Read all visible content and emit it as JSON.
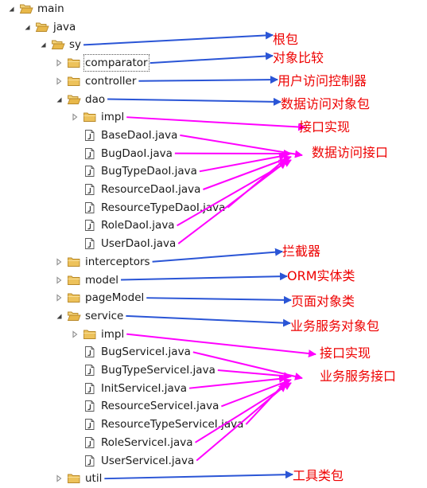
{
  "colors": {
    "annotation_text": "#ee0000",
    "arrow_blue": "#2a55d6",
    "arrow_magenta": "#ff00ff",
    "folder": "#e8b84a",
    "java_file": "#4a4a4a"
  },
  "tree": [
    {
      "id": "main",
      "label": "main",
      "depth": 0,
      "expander": "expanded",
      "icon": "folder-open-icon"
    },
    {
      "id": "java",
      "label": "java",
      "depth": 1,
      "expander": "expanded",
      "icon": "folder-open-icon"
    },
    {
      "id": "sy",
      "label": "sy",
      "depth": 2,
      "expander": "expanded",
      "icon": "folder-open-icon"
    },
    {
      "id": "comparator",
      "label": "comparator",
      "depth": 3,
      "expander": "collapsed",
      "icon": "folder-icon",
      "selected": true
    },
    {
      "id": "controller",
      "label": "controller",
      "depth": 3,
      "expander": "collapsed",
      "icon": "folder-icon"
    },
    {
      "id": "dao",
      "label": "dao",
      "depth": 3,
      "expander": "expanded",
      "icon": "folder-open-icon"
    },
    {
      "id": "dao-impl",
      "label": "impl",
      "depth": 4,
      "expander": "collapsed",
      "icon": "folder-icon"
    },
    {
      "id": "BaseDaoI",
      "label": "BaseDaoI.java",
      "depth": 4,
      "expander": "none",
      "icon": "java-file-icon"
    },
    {
      "id": "BugDaoI",
      "label": "BugDaoI.java",
      "depth": 4,
      "expander": "none",
      "icon": "java-file-icon"
    },
    {
      "id": "BugTypeDaoI",
      "label": "BugTypeDaoI.java",
      "depth": 4,
      "expander": "none",
      "icon": "java-file-icon"
    },
    {
      "id": "ResourceDaoI",
      "label": "ResourceDaoI.java",
      "depth": 4,
      "expander": "none",
      "icon": "java-file-icon"
    },
    {
      "id": "ResourceTypeDaoI",
      "label": "ResourceTypeDaoI.java",
      "depth": 4,
      "expander": "none",
      "icon": "java-file-icon"
    },
    {
      "id": "RoleDaoI",
      "label": "RoleDaoI.java",
      "depth": 4,
      "expander": "none",
      "icon": "java-file-icon"
    },
    {
      "id": "UserDaoI",
      "label": "UserDaoI.java",
      "depth": 4,
      "expander": "none",
      "icon": "java-file-icon"
    },
    {
      "id": "interceptors",
      "label": "interceptors",
      "depth": 3,
      "expander": "collapsed",
      "icon": "folder-icon"
    },
    {
      "id": "model",
      "label": "model",
      "depth": 3,
      "expander": "collapsed",
      "icon": "folder-icon"
    },
    {
      "id": "pageModel",
      "label": "pageModel",
      "depth": 3,
      "expander": "collapsed",
      "icon": "folder-icon"
    },
    {
      "id": "service",
      "label": "service",
      "depth": 3,
      "expander": "expanded",
      "icon": "folder-open-icon"
    },
    {
      "id": "service-impl",
      "label": "impl",
      "depth": 4,
      "expander": "collapsed",
      "icon": "folder-icon"
    },
    {
      "id": "BugServiceI",
      "label": "BugServiceI.java",
      "depth": 4,
      "expander": "none",
      "icon": "java-file-icon"
    },
    {
      "id": "BugTypeServiceI",
      "label": "BugTypeServiceI.java",
      "depth": 4,
      "expander": "none",
      "icon": "java-file-icon"
    },
    {
      "id": "InitServiceI",
      "label": "InitServiceI.java",
      "depth": 4,
      "expander": "none",
      "icon": "java-file-icon"
    },
    {
      "id": "ResourceServiceI",
      "label": "ResourceServiceI.java",
      "depth": 4,
      "expander": "none",
      "icon": "java-file-icon"
    },
    {
      "id": "ResourceTypeServiceI",
      "label": "ResourceTypeServiceI.java",
      "depth": 4,
      "expander": "none",
      "icon": "java-file-icon"
    },
    {
      "id": "RoleServiceI",
      "label": "RoleServiceI.java",
      "depth": 4,
      "expander": "none",
      "icon": "java-file-icon"
    },
    {
      "id": "UserServiceI",
      "label": "UserServiceI.java",
      "depth": 4,
      "expander": "none",
      "icon": "java-file-icon"
    },
    {
      "id": "util",
      "label": "util",
      "depth": 3,
      "expander": "collapsed",
      "icon": "folder-icon"
    }
  ],
  "annotations": [
    {
      "id": "sy",
      "text": "根包",
      "color": "blue",
      "from": [
        "sy"
      ]
    },
    {
      "id": "comparator",
      "text": "对象比较",
      "color": "blue",
      "from": [
        "comparator"
      ]
    },
    {
      "id": "controller",
      "text": "用户访问控制器",
      "color": "blue",
      "from": [
        "controller"
      ]
    },
    {
      "id": "dao",
      "text": "数据访问对象包",
      "color": "blue",
      "from": [
        "dao"
      ]
    },
    {
      "id": "dao-impl",
      "text": "接口实现",
      "color": "magenta",
      "from": [
        "dao-impl"
      ]
    },
    {
      "id": "dao-interfaces",
      "text": "数据访问接口",
      "color": "magenta",
      "from": [
        "BaseDaoI",
        "BugDaoI",
        "BugTypeDaoI",
        "ResourceDaoI",
        "ResourceTypeDaoI",
        "RoleDaoI",
        "UserDaoI"
      ]
    },
    {
      "id": "interceptors",
      "text": "拦截器",
      "color": "blue",
      "from": [
        "interceptors"
      ]
    },
    {
      "id": "model",
      "text": "ORM实体类",
      "color": "blue",
      "from": [
        "model"
      ]
    },
    {
      "id": "pageModel",
      "text": "页面对象类",
      "color": "blue",
      "from": [
        "pageModel"
      ]
    },
    {
      "id": "service",
      "text": "业务服务对象包",
      "color": "blue",
      "from": [
        "service"
      ]
    },
    {
      "id": "service-impl",
      "text": "接口实现",
      "color": "magenta",
      "from": [
        "service-impl"
      ]
    },
    {
      "id": "service-interfaces",
      "text": "业务服务接口",
      "color": "magenta",
      "from": [
        "BugServiceI",
        "BugTypeServiceI",
        "InitServiceI",
        "ResourceServiceI",
        "ResourceTypeServiceI",
        "RoleServiceI",
        "UserServiceI"
      ]
    },
    {
      "id": "util",
      "text": "工具类包",
      "color": "blue",
      "from": [
        "util"
      ]
    }
  ]
}
